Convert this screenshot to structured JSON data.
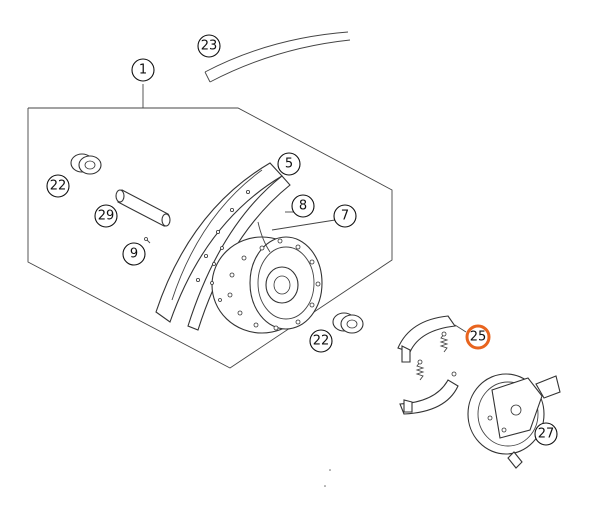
{
  "callouts": {
    "c1": "1",
    "c5": "5",
    "c7": "7",
    "c8": "8",
    "c9": "9",
    "c22a": "22",
    "c22b": "22",
    "c23": "23",
    "c25": "25",
    "c27": "27",
    "c29": "29"
  },
  "colors": {
    "highlight": "#e8641e",
    "line": "#333333",
    "background": "#ffffff"
  }
}
